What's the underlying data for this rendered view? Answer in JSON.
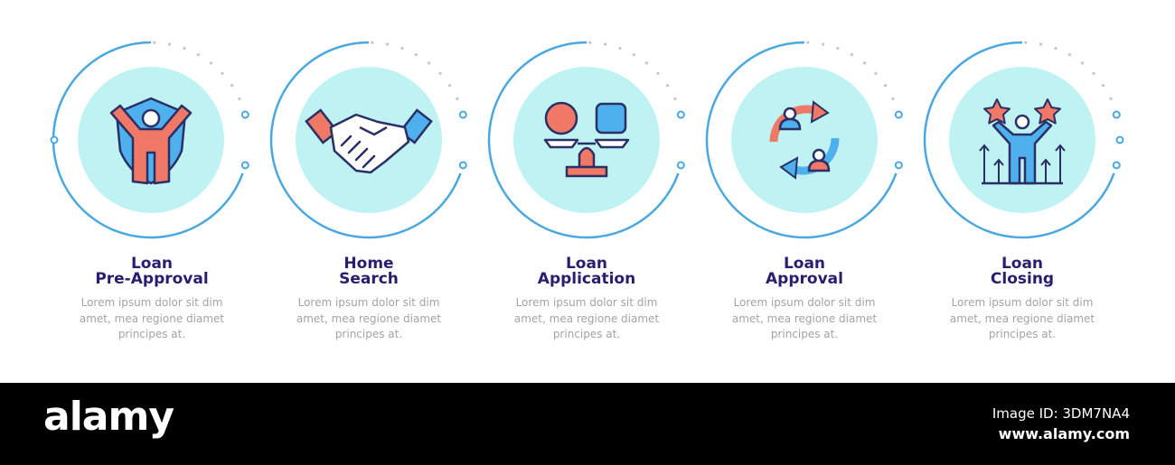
{
  "steps": [
    {
      "title_line1": "Loan",
      "title_line2": "Pre-Approval",
      "icon": "protected-person-shield-icon",
      "desc": [
        "Lorem ipsum dolor sit dim",
        "amet, mea regione diamet",
        "principes at."
      ]
    },
    {
      "title_line1": "Home",
      "title_line2": "Search",
      "icon": "handshake-icon",
      "desc": [
        "Lorem ipsum dolor sit dim",
        "amet, mea regione diamet",
        "principes at."
      ]
    },
    {
      "title_line1": "Loan",
      "title_line2": "Application",
      "icon": "balance-scale-icon",
      "desc": [
        "Lorem ipsum dolor sit dim",
        "amet, mea regione diamet",
        "principes at."
      ]
    },
    {
      "title_line1": "Loan",
      "title_line2": "Approval",
      "icon": "person-exchange-icon",
      "desc": [
        "Lorem ipsum dolor sit dim",
        "amet, mea regione diamet",
        "principes at."
      ]
    },
    {
      "title_line1": "Loan",
      "title_line2": "Closing",
      "icon": "success-person-stars-icon",
      "desc": [
        "Lorem ipsum dolor sit dim",
        "amet, mea regione diamet",
        "principes at."
      ]
    }
  ],
  "footer": {
    "brand": "alamy",
    "image_id": "Image ID: 3DM7NA4",
    "url": "www.alamy.com"
  },
  "colors": {
    "ring_blue": "#4aa8e0",
    "circle_fill": "#bff3f3",
    "coral": "#f07866",
    "blue": "#4fb0ee",
    "outline": "#2a2f66",
    "title": "#2a1c6e",
    "desc": "#a3a3a3"
  }
}
